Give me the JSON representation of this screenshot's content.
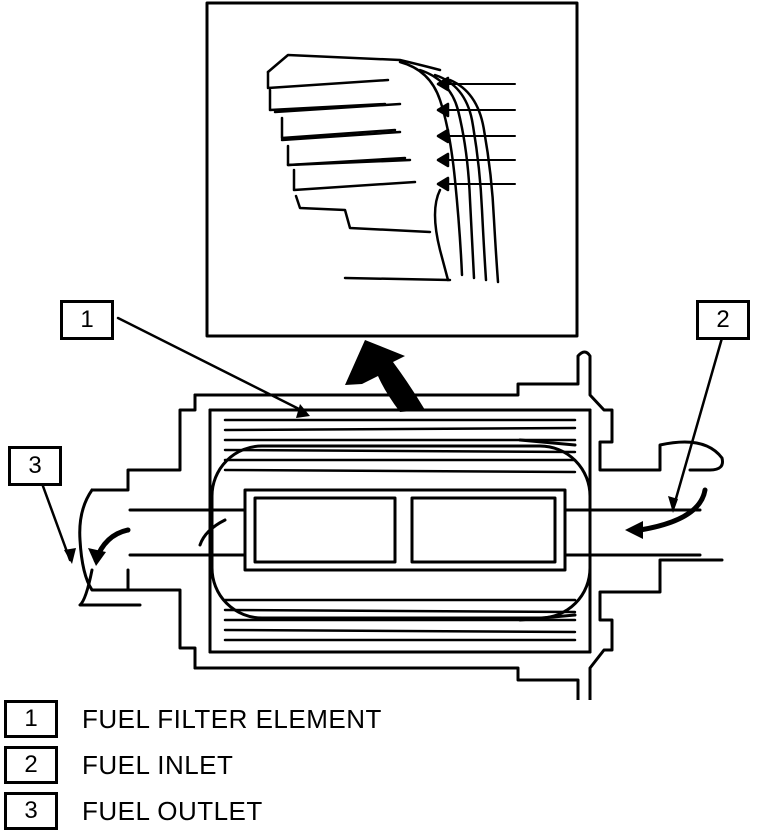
{
  "callouts": [
    {
      "id": "1",
      "label": "1"
    },
    {
      "id": "2",
      "label": "2"
    },
    {
      "id": "3",
      "label": "3"
    }
  ],
  "legend": [
    {
      "number": "1",
      "text": "FUEL FILTER ELEMENT"
    },
    {
      "number": "2",
      "text": "FUEL INLET"
    },
    {
      "number": "3",
      "text": "FUEL OUTLET"
    }
  ]
}
